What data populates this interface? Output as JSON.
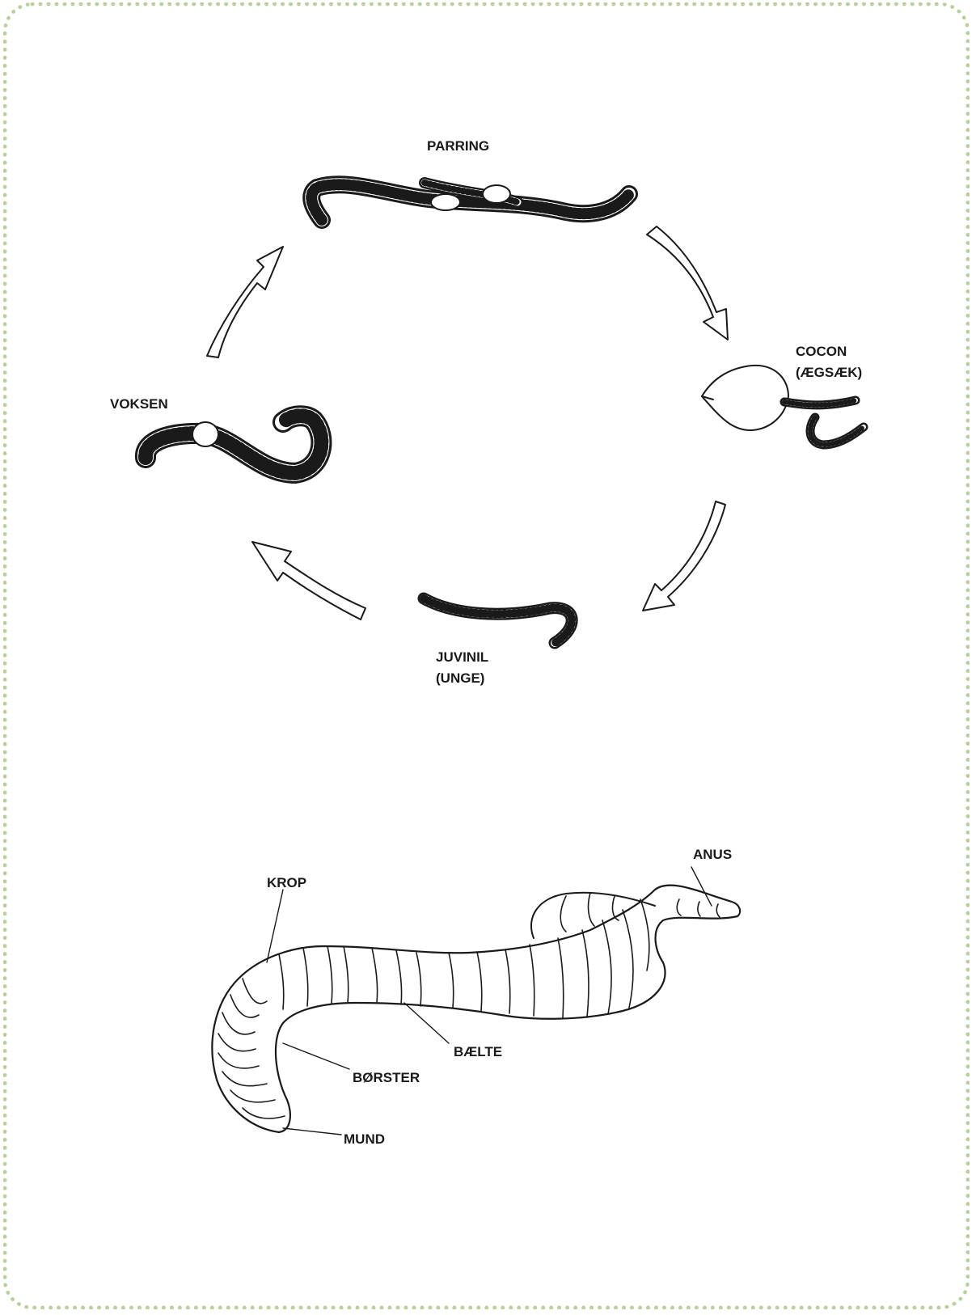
{
  "lifecycle": {
    "stages": {
      "mating": "PARRING",
      "cocoon_line1": "COCON",
      "cocoon_line2": "(ÆGSÆK)",
      "juvenile_line1": "JUVINIL",
      "juvenile_line2": "(UNGE)",
      "adult": "VOKSEN"
    }
  },
  "anatomy": {
    "labels": {
      "anus": "ANUS",
      "body": "KROP",
      "clitellum": "BÆLTE",
      "bristles": "BØRSTER",
      "mouth": "MUND"
    }
  },
  "colors": {
    "frame_border": "#b9d09a",
    "ink": "#1a1a1a",
    "background": "#ffffff"
  }
}
